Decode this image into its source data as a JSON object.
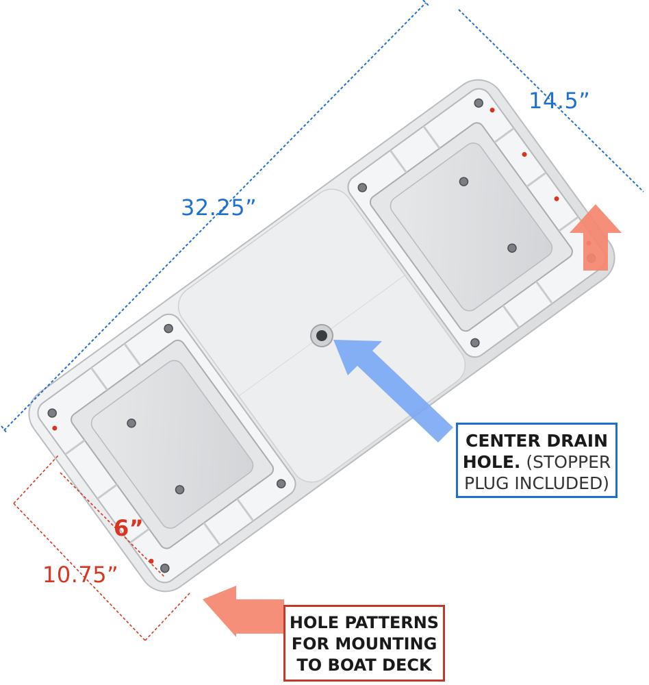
{
  "product": "boat seat base",
  "colors": {
    "blue_dimension": "#1f6fd1",
    "red_dimension": "#d8341f",
    "drain_arrow": "#7aa7f4",
    "mount_arrow": "#f4866f",
    "callout_blue_border": "#1f6fd1",
    "callout_red_border": "#c0392b"
  },
  "dimensions": {
    "length": "32.25”",
    "width": "14.5”",
    "hole_spacing": "6”",
    "hole_pattern_width": "10.75”"
  },
  "callouts": {
    "drain": {
      "line1": "CENTER DRAIN",
      "line2_bold": "HOLE.",
      "line2_light": " (STOPPER",
      "line3": "PLUG INCLUDED)"
    },
    "mounting": {
      "line1": "HOLE PATTERNS",
      "line2": "FOR MOUNTING",
      "line3": "TO BOAT DECK"
    }
  }
}
